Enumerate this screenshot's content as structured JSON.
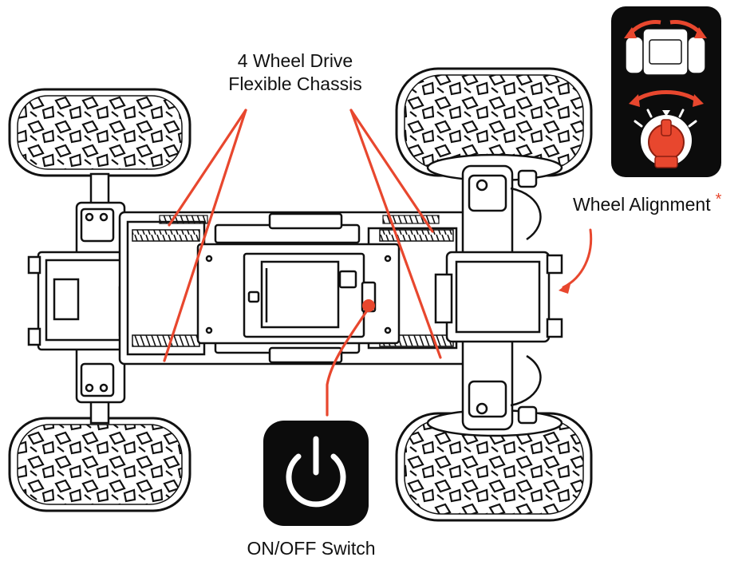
{
  "labels": {
    "chassis_line1": "4 Wheel Drive",
    "chassis_line2": "Flexible Chassis",
    "wheel_alignment": "Wheel Alignment",
    "wheel_alignment_marker": "*",
    "on_off_switch": "ON/OFF Switch"
  },
  "icons": {
    "power": "power-icon",
    "alignment_knob": "alignment-knob-icon"
  },
  "colors": {
    "accent": "#e8472e",
    "outline": "#111111",
    "icon_background": "#0c0c0c",
    "background": "#ffffff"
  }
}
